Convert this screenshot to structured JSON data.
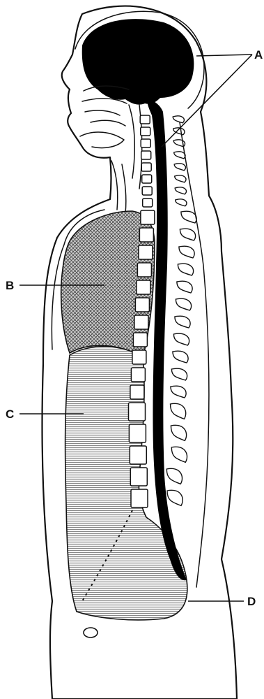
{
  "labels": {
    "a": "A",
    "b": "B",
    "c": "C",
    "d": "D"
  },
  "colors": {
    "ink": "#111111",
    "background": "#ffffff"
  }
}
